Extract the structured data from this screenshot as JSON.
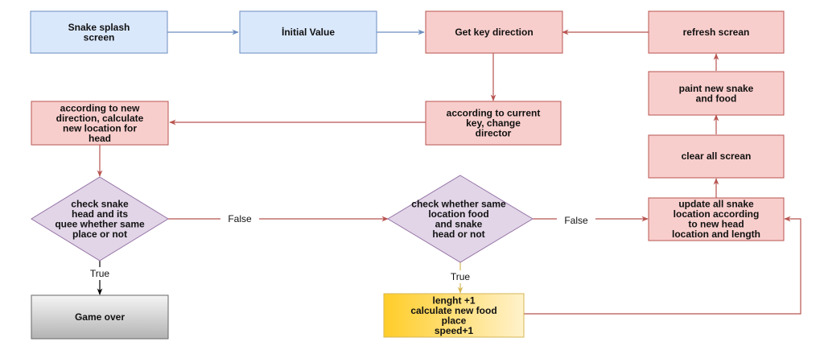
{
  "nodes": {
    "splash": {
      "lines": [
        "Snake splash",
        "screen"
      ]
    },
    "initial": {
      "lines": [
        "İnitial Value"
      ]
    },
    "getkey": {
      "lines": [
        "Get key direction"
      ]
    },
    "refresh": {
      "lines": [
        "refresh screan"
      ]
    },
    "paint": {
      "lines": [
        "paint new snake",
        "and food"
      ]
    },
    "clear": {
      "lines": [
        "clear all screan"
      ]
    },
    "change_dir": {
      "lines": [
        "according to current",
        "key, change",
        "director"
      ]
    },
    "calc_head": {
      "lines": [
        "according to new",
        "direction, calculate",
        "new location for",
        "head"
      ]
    },
    "check_head": {
      "lines": [
        "check snake",
        "head and its",
        "quee whether same",
        "place or not"
      ]
    },
    "check_food": {
      "lines": [
        "check  whether same",
        "location food",
        "and snake",
        "head or not"
      ]
    },
    "update": {
      "lines": [
        "update all snake",
        "location according",
        "to new head",
        "location and length"
      ]
    },
    "gameover": {
      "lines": [
        "Game over"
      ]
    },
    "grow": {
      "lines": [
        "lenght +1",
        "calculate new food",
        "place",
        "speed+1"
      ]
    }
  },
  "edge_labels": {
    "head_false": "False",
    "head_true": "True",
    "food_false": "False",
    "food_true": "True"
  },
  "colors": {
    "blue_fill": "#dae8fc",
    "blue_stroke": "#6c8ebf",
    "red_fill": "#f8cecc",
    "red_stroke": "#b85450",
    "purple_fill": "#e1d5e7",
    "purple_stroke": "#9673a6",
    "gray_top": "#f5f5f5",
    "gray_bottom": "#b3b3b3",
    "gray_stroke": "#666666",
    "yellow_top": "#ffcd28",
    "yellow_bottom": "#fff2cc",
    "yellow_stroke": "#d6b656"
  }
}
